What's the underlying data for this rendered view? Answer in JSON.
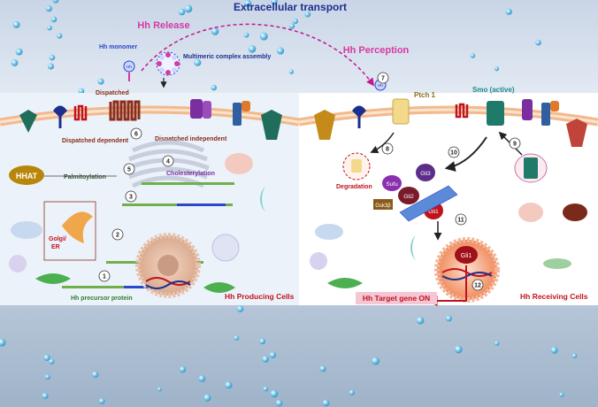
{
  "title": "Extracellular transport",
  "release": "Hh Release",
  "perception": "Hh Perception",
  "hh_monomer": "Hh monomer",
  "multimeric": "Multimeric complex assembly",
  "dispatched": "Dispatched",
  "dispatched_dependent": "Dispatched dependent",
  "dispatched_independent": "Dispatched independent",
  "hhat": "HHAT",
  "palmitoylation": "Palmitoylation",
  "cholesterylation": "Cholesterylation",
  "golgi": "Golgi/",
  "er": "ER",
  "precursor": "Hh precursor protein",
  "producing": "Hh Producing Cells",
  "receiving": "Hh Receiving Cells",
  "ptch1": "Ptch 1",
  "smo": "Smo (active)",
  "degradation": "Degradation",
  "sufu": "Sufu",
  "gli3": "Gli3",
  "gli2": "Gli2",
  "gli1": "Gli1",
  "gsk": "Gsk3β",
  "gli1_nuc": "Gli1",
  "target": "Hh Target gene ON",
  "hh": "Hh",
  "steps": [
    "1",
    "2",
    "3",
    "4",
    "5",
    "6",
    "7",
    "8",
    "9",
    "10",
    "11",
    "12"
  ],
  "colors": {
    "title": "#1b2f8f",
    "magenta": "#d63aa3",
    "brown": "#8b2d1a",
    "purple": "#7a2ea0",
    "red": "#c0141c",
    "teal": "#1e8a8a",
    "green": "#2f7d2f",
    "blue": "#2b47c9"
  }
}
